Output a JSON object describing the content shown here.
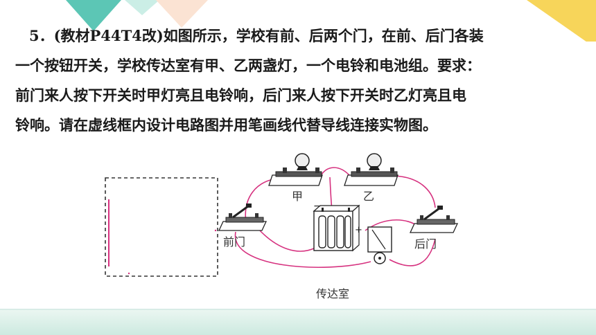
{
  "question": {
    "number": "5．",
    "source": "(教材P44T4改)",
    "line1": "如图所示，学校有前、后两个门，在前、后门各装",
    "line2": "一个按钮开关，学校传达室有甲、乙两盏灯，一个电铃和电池组。要求：",
    "line3": "前门来人按下开关时甲灯亮且电铃响，后门来人按下开关时乙灯亮且电",
    "line4": "铃响。请在虚线框内设计电路图并用笔画线代替导线连接实物图。"
  },
  "figure": {
    "lamp_a_label": "甲",
    "lamp_b_label": "乙",
    "front_door_label": "前门",
    "back_door_label": "后门",
    "room_label": "传达室",
    "battery_minus": "−",
    "battery_plus": "+"
  },
  "colors": {
    "wire": "#d6317f",
    "teal_deco": "#5cc6b5",
    "orange_deco": "#f4c9a8",
    "yellow_deco": "#f7d55a",
    "dashed_box": "#333333"
  }
}
